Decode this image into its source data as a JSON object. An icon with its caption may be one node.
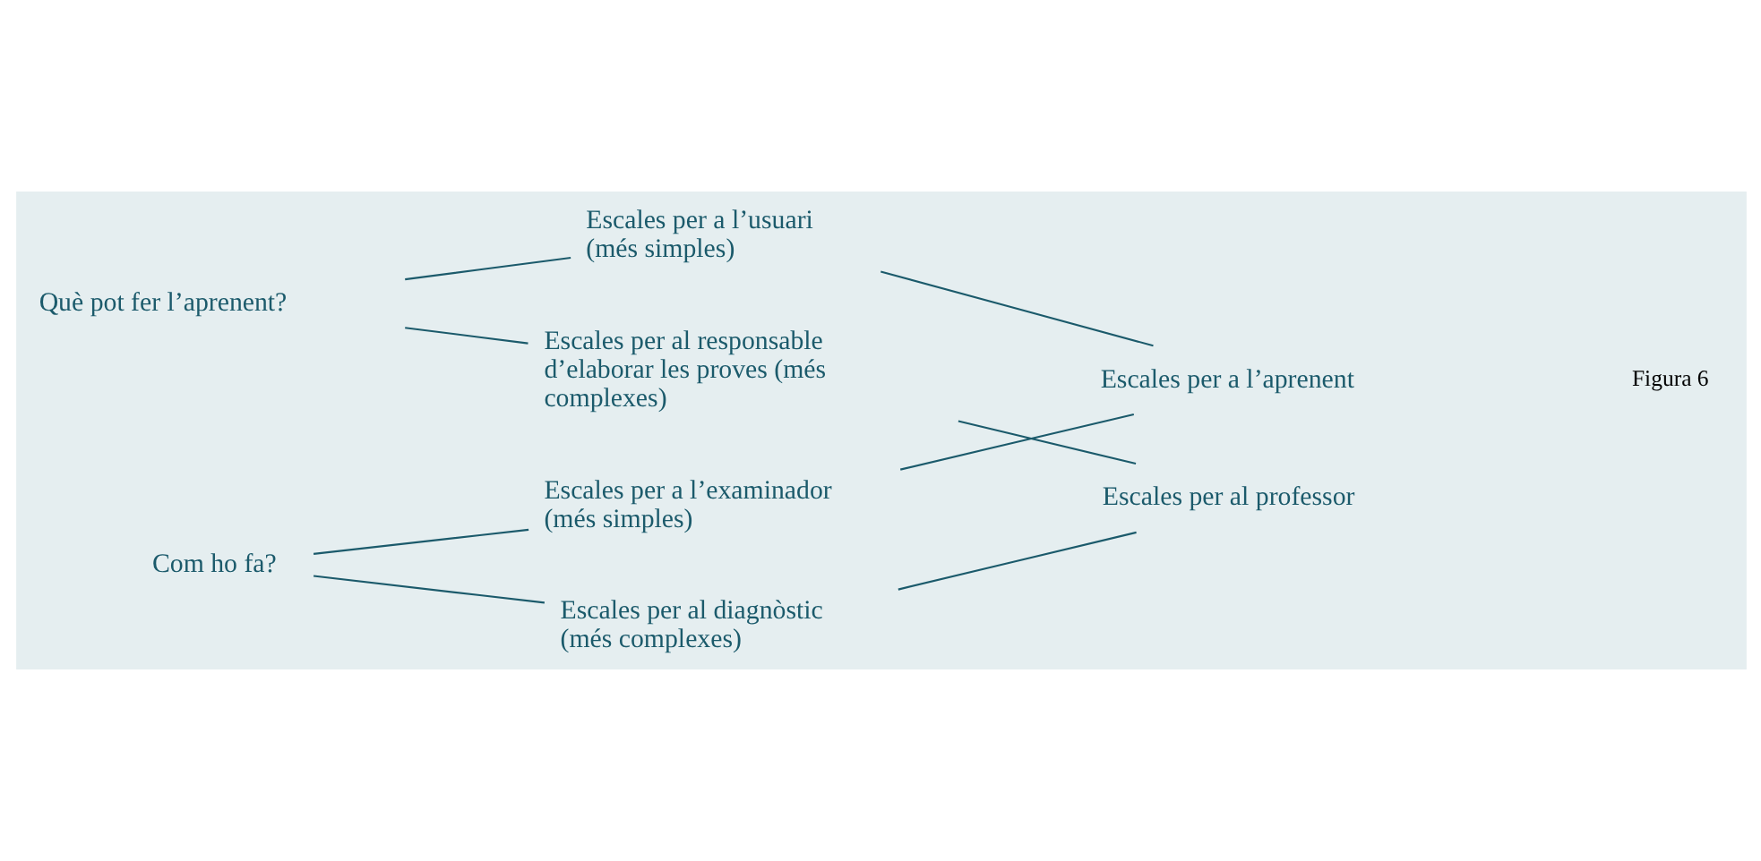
{
  "diagram": {
    "nodes": [
      {
        "text": [
          "Què pot fer l’aprenent?"
        ]
      },
      {
        "text": [
          "Escales per a l’usuari (més simples)"
        ]
      },
      {
        "text": [
          "Escales per al responsable d’elaborar les proves (més complexes)"
        ]
      },
      {
        "text": [
          "Com ho fa?"
        ]
      },
      {
        "text": [
          "Escales per al diagnòstic (més complexes)"
        ]
      },
      {
        "text": [
          "Escales per a l’examinador (més simples)"
        ]
      },
      {
        "text": [
          "Escales per al professor"
        ]
      },
      {
        "text": [
          "Escales per a l’aprenent"
        ]
      }
    ],
    "edges": [
      {
        "from": 0,
        "to": 1,
        "arrow": "none"
      },
      {
        "from": 0,
        "to": 2,
        "arrow": "none"
      },
      {
        "from": 3,
        "to": 4,
        "arrow": "none"
      },
      {
        "from": 3,
        "to": 5,
        "arrow": "none"
      },
      {
        "from": 2,
        "to": 6,
        "arrow": "none"
      },
      {
        "from": 4,
        "to": 6,
        "arrow": "none"
      },
      {
        "from": 1,
        "to": 7,
        "arrow": "none"
      },
      {
        "from": 5,
        "to": 7,
        "arrow": "none"
      }
    ],
    "labels": [
      "Figura 6"
    ]
  }
}
